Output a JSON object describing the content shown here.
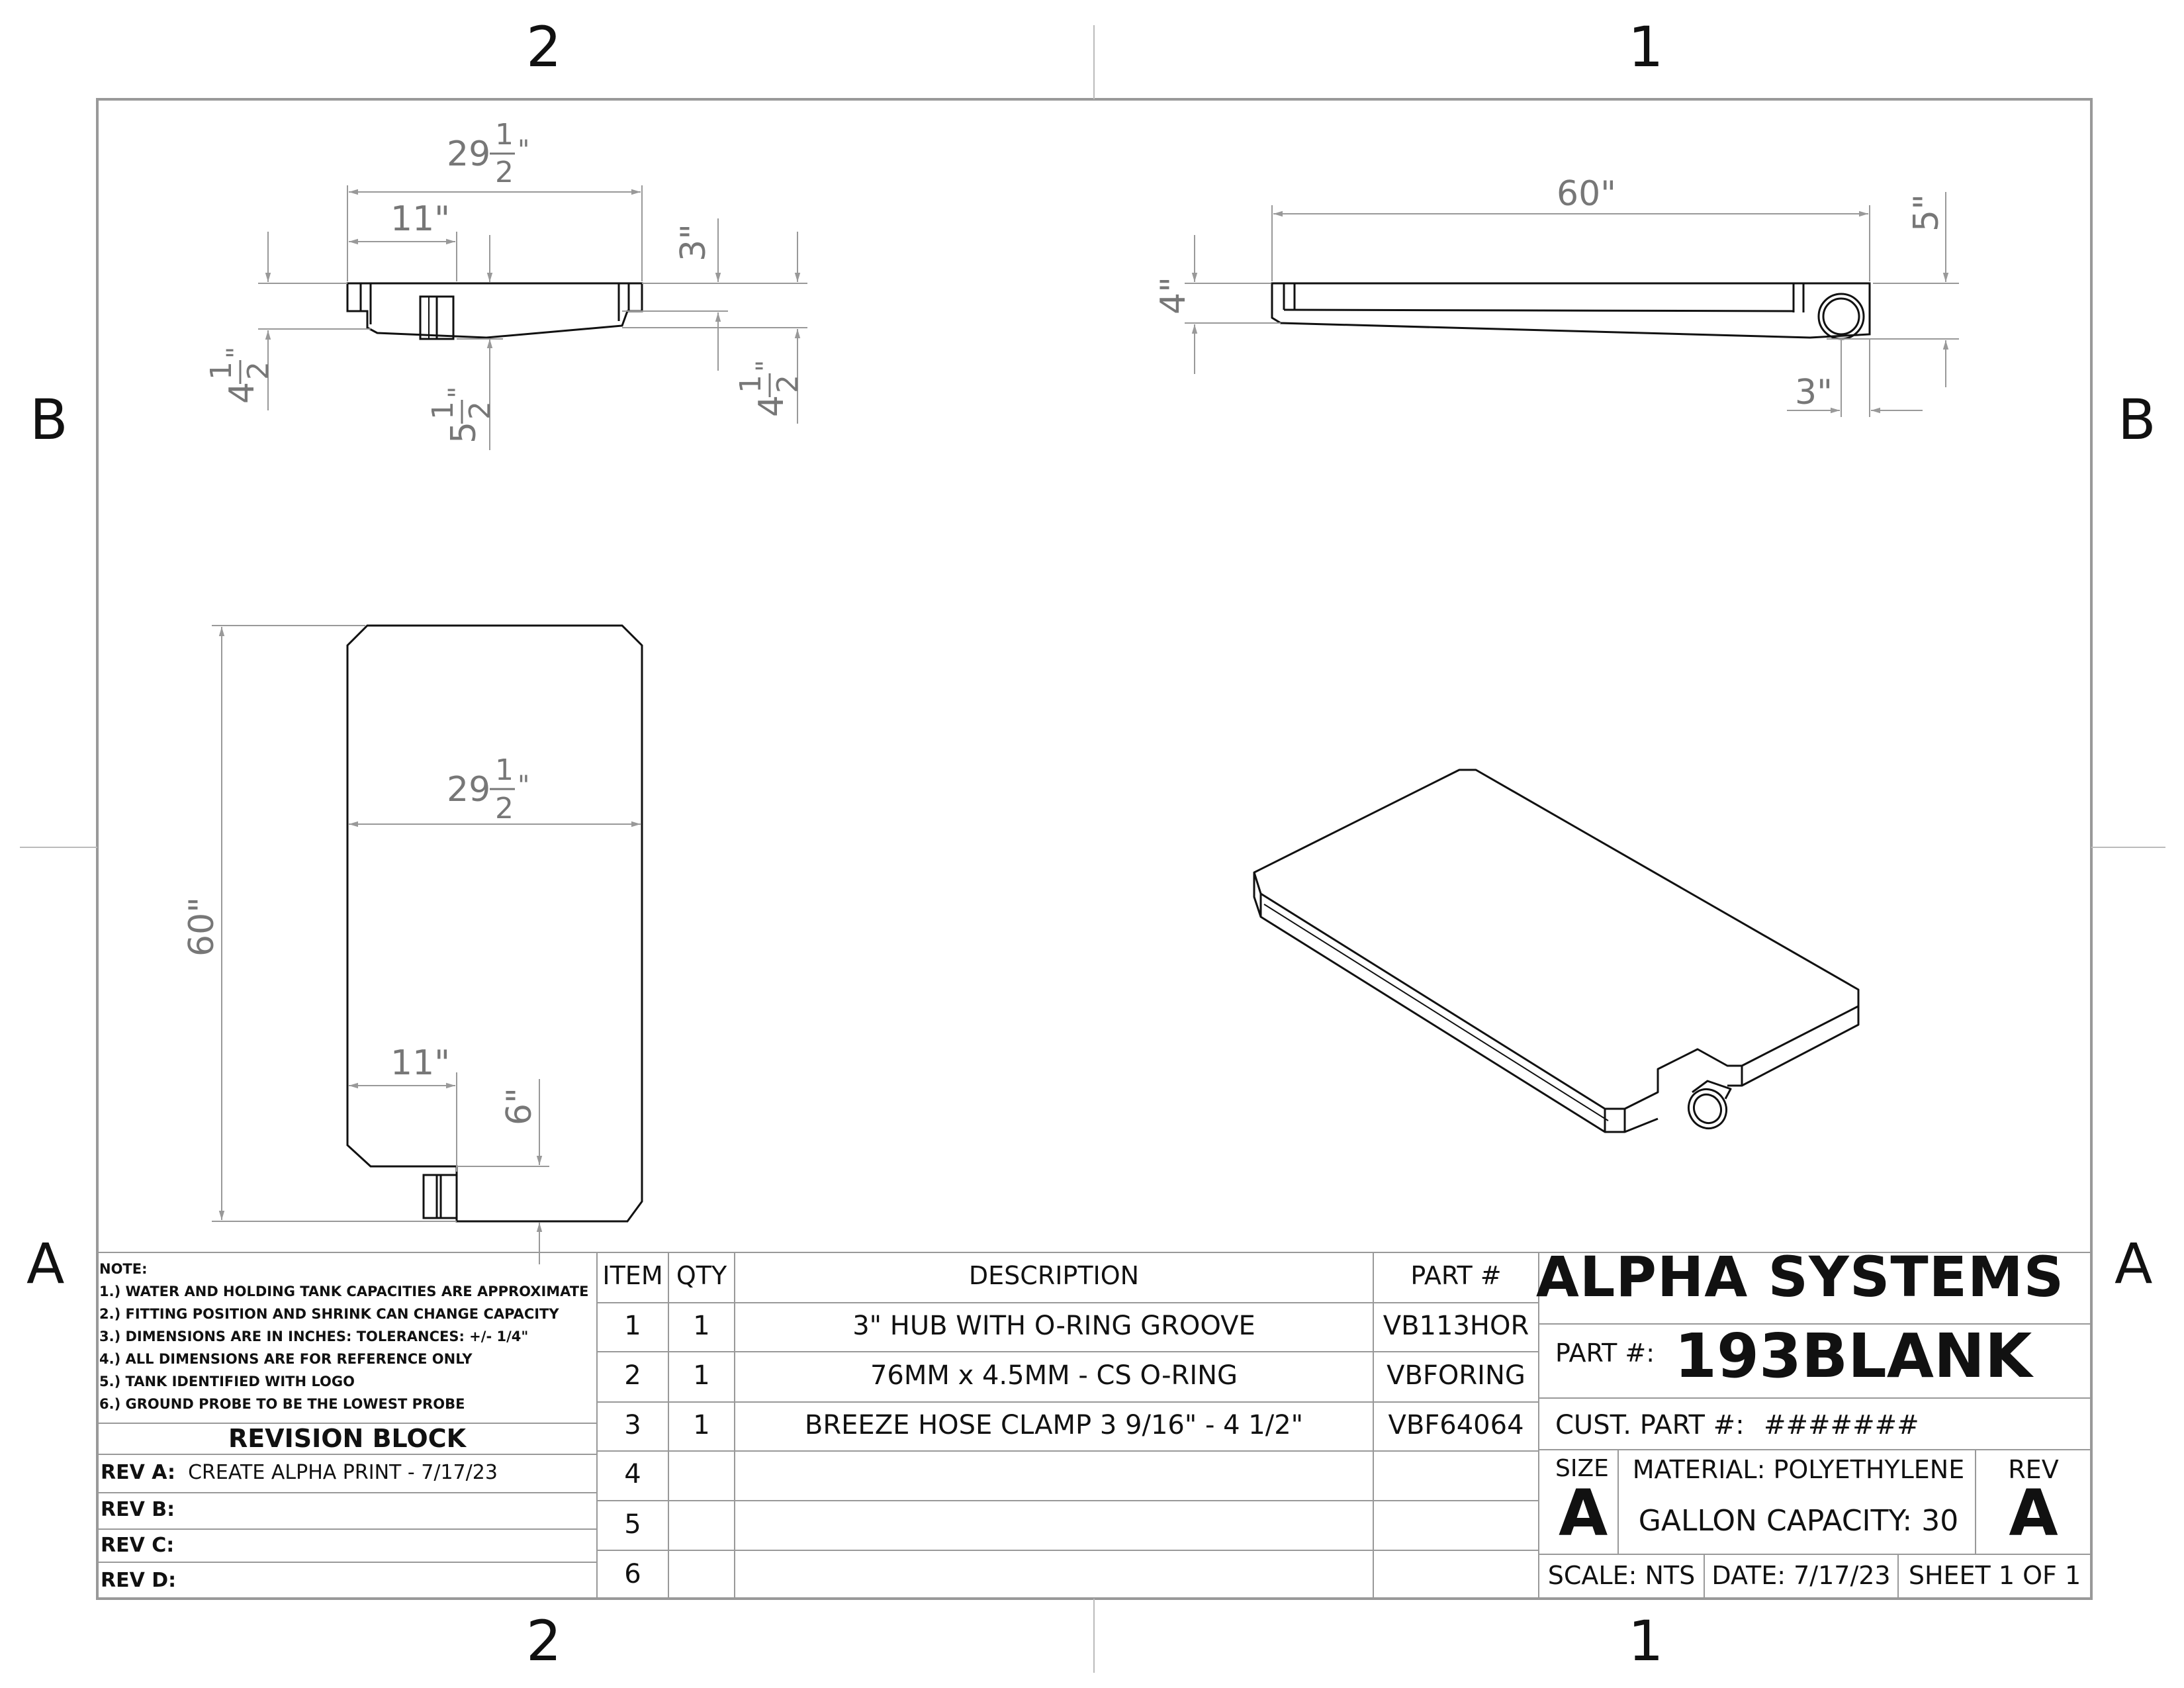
{
  "zones": {
    "top": [
      "2",
      "1"
    ],
    "bottom": [
      "2",
      "1"
    ],
    "left": [
      "B",
      "A"
    ],
    "right": [
      "B",
      "A"
    ]
  },
  "dimensions": {
    "top_view": {
      "overall_width_whole": "29",
      "overall_width_num": "1",
      "overall_width_den": "2",
      "overall_width_unit": "\"",
      "inner_width": "11\"",
      "right_height": "3\"",
      "left_height_whole": "4",
      "left_height_num": "1",
      "left_height_den": "2",
      "left_height_unit": "\"",
      "mid_height_whole": "5",
      "mid_height_num": "1",
      "mid_height_den": "2",
      "mid_height_unit": "\"",
      "right_total_whole": "4",
      "right_total_num": "1",
      "right_total_den": "2",
      "right_total_unit": "\""
    },
    "side_view": {
      "length": "60\"",
      "height_left": "4\"",
      "height_right": "5\"",
      "fitting_offset": "3\""
    },
    "plan_view": {
      "width_whole": "29",
      "width_num": "1",
      "width_den": "2",
      "width_unit": "\"",
      "length": "60\"",
      "fitting_x": "11\"",
      "fitting_y": "6\""
    }
  },
  "notes": {
    "heading": "NOTE:",
    "lines": [
      "1.) WATER AND HOLDING TANK CAPACITIES ARE APPROXIMATE",
      "2.) FITTING POSITION AND SHRINK CAN CHANGE CAPACITY",
      "3.) DIMENSIONS ARE IN INCHES: TOLERANCES: +/-  1/4\"",
      "4.) ALL DIMENSIONS ARE FOR REFERENCE ONLY",
      "5.) TANK IDENTIFIED WITH LOGO",
      "6.) GROUND PROBE TO BE THE LOWEST PROBE"
    ]
  },
  "revision_block": {
    "title": "REVISION BLOCK",
    "rows": [
      {
        "label": "REV A:",
        "text": "CREATE ALPHA PRINT - 7/17/23"
      },
      {
        "label": "REV B:",
        "text": ""
      },
      {
        "label": "REV C:",
        "text": ""
      },
      {
        "label": "REV D:",
        "text": ""
      }
    ]
  },
  "bom": {
    "headers": {
      "item": "ITEM",
      "qty": "QTY",
      "description": "DESCRIPTION",
      "part": "PART #"
    },
    "rows": [
      {
        "item": "1",
        "qty": "1",
        "description": "3\" HUB WITH O-RING GROOVE",
        "part": "VB113HOR"
      },
      {
        "item": "2",
        "qty": "1",
        "description": "76MM x 4.5MM - CS O-RING",
        "part": "VBFORING"
      },
      {
        "item": "3",
        "qty": "1",
        "description": "BREEZE HOSE CLAMP 3 9/16\" - 4 1/2\"",
        "part": "VBF64064"
      },
      {
        "item": "4",
        "qty": "",
        "description": "",
        "part": ""
      },
      {
        "item": "5",
        "qty": "",
        "description": "",
        "part": ""
      },
      {
        "item": "6",
        "qty": "",
        "description": "",
        "part": ""
      }
    ]
  },
  "title_block": {
    "company": "ALPHA SYSTEMS",
    "part_label": "PART #:",
    "part_number": "193BLANK",
    "cust_part_label": "CUST. PART #:",
    "cust_part_value": "#######",
    "size_label": "SIZE",
    "size_value": "A",
    "material": "MATERIAL: POLYETHYLENE",
    "capacity": "GALLON CAPACITY: 30",
    "rev_label": "REV",
    "rev_value": "A",
    "scale": "SCALE: NTS",
    "date": "DATE: 7/17/23",
    "sheet": "SHEET 1 OF 1"
  }
}
